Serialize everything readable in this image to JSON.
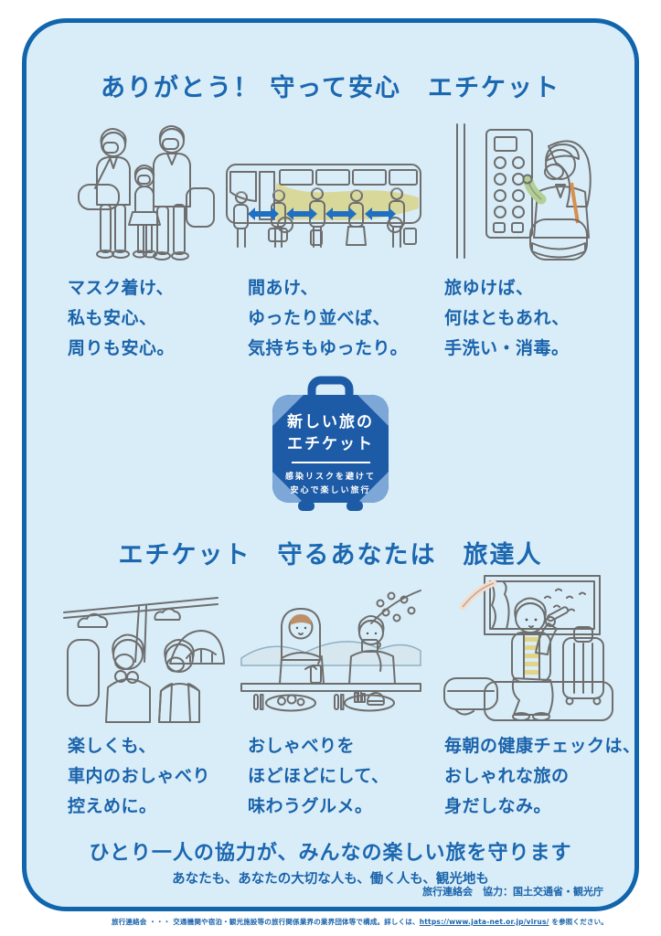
{
  "poster": {
    "title_top": "ありがとう！ 守って安心　エチケット",
    "title_bottom": "エチケット　守るあなたは　旅達人",
    "badge": {
      "icon": "suitcase-icon",
      "line1": "新しい旅の",
      "line2": "エチケット",
      "sub1": "感染リスクを避けて",
      "sub2": "安心で楽しい旅行"
    },
    "top_row": [
      {
        "illustration": "family-walking-masks-illustration",
        "caption_lines": [
          "マスク着け、",
          "私も安心、",
          "周りも安心。"
        ]
      },
      {
        "illustration": "bus-queue-distancing-illustration",
        "caption_lines": [
          "間あけ、",
          "ゆったり並べば、",
          "気持ちもゆったり。"
        ]
      },
      {
        "illustration": "elevator-button-press-illustration",
        "caption_lines": [
          "旅ゆけば、",
          "何はともあれ、",
          "手洗い・消毒。"
        ]
      }
    ],
    "bottom_row": [
      {
        "illustration": "quiet-bus-window-illustration",
        "caption_lines": [
          "楽しくも、",
          "車内のおしゃべり",
          "控えめに。"
        ]
      },
      {
        "illustration": "outdoor-dining-illustration",
        "caption_lines": [
          "おしゃべりを",
          "ほどほどにして、",
          "味わうグルメ。"
        ]
      },
      {
        "illustration": "morning-health-check-illustration",
        "caption_lines": [
          "毎朝の健康チェックは、",
          "おしゃれな旅の",
          "身だしなみ。"
        ]
      }
    ],
    "closing": {
      "main": "ひとり一人の協力が、みんなの楽しい旅を守ります",
      "sub": "あなたも、あなたの大切な人も、働く人も、観光地も",
      "credit": "旅行連絡会　協力：国土交通省・観光庁"
    },
    "footer_note": {
      "prefix": "旅行連絡会 ・・・ 交通機関や宿泊・観光施設等の旅行関係業界の業界団体等で構成。詳しくは、",
      "url": "https://www.jata-net.or.jp/virus/",
      "suffix": " を参照ください。"
    },
    "colors": {
      "panel_background": "#d9edf8",
      "border_blue": "#1165ad",
      "text_blue": "#1b67b0",
      "badge_blue": "#1d5ba6",
      "badge_corner_blue": "#7ca7d7",
      "arrow_blue": "#1f6fc3"
    }
  }
}
